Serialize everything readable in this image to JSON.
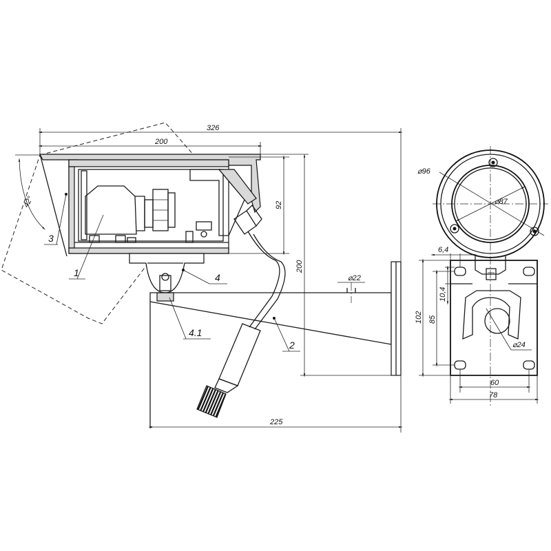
{
  "dimensions": {
    "overall_length": "326",
    "housing_length": "200",
    "housing_height": "92",
    "overall_height": "200",
    "tilt_angle": "42°",
    "bracket_length": "225",
    "bracket_hole": "⌀22",
    "front_outer_diameter": "⌀96",
    "front_inner_diameter": "⌀87",
    "mount_offset": "6,4",
    "mount_slot": "10,4",
    "plate_height": "102",
    "hole_spacing_vertical": "85",
    "mount_hole": "⌀24",
    "hole_spacing_horizontal": "60",
    "plate_width": "78"
  },
  "callouts": {
    "c1": "1",
    "c2": "2",
    "c3": "3",
    "c4": "4",
    "c41": "4.1"
  }
}
